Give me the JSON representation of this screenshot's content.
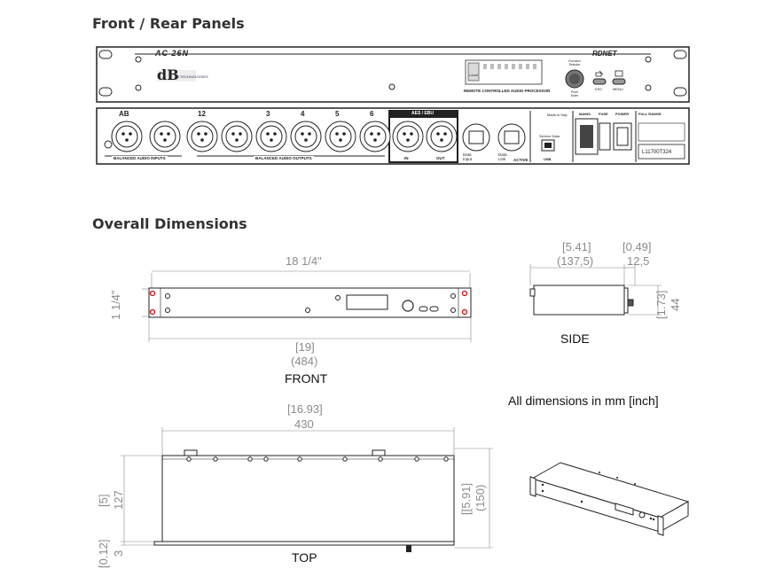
{
  "headings": {
    "panels": "Front / Rear Panels",
    "dimensions": "Overall Dimensions"
  },
  "front_panel": {
    "model": "AC 26N",
    "brand": "dB TECHNOLOGIES",
    "network_badge": "RDNET",
    "processor_label": "REMOTE CONTROLLED AUDIO PROCESSOR",
    "local_label": "Local",
    "encoder_top": "Function Selector",
    "encoder_bottom": "Push Enter",
    "esc_label": "ESC",
    "menu_label": "MENU"
  },
  "rear_panel": {
    "inputs_label": "BALANCED AUDIO INPUTS",
    "outputs_label": "BALANCED AUDIO OUTPUTS",
    "input_ab": "AB",
    "output_numbers": [
      "12",
      "3",
      "4",
      "5",
      "6"
    ],
    "aes_label": "AES / EBU",
    "in_label": "IN",
    "out_label": "OUT",
    "data_input": "Data Input",
    "data_link": "Data Link",
    "active": "ACTIVE",
    "made_in": "Made in Italy",
    "service_data": "Service Data",
    "usb": "USB",
    "mains": "MAINS",
    "fuse": "FUSE",
    "power": "POWER",
    "full_range": "FULL RANGE",
    "serial": "L11700T324"
  },
  "dimensions": {
    "front_width_in": "18 1/4\"",
    "front_height_in": "1 1/4\"",
    "front_total_in": "[19]",
    "front_total_mm": "(484)",
    "front_view": "FRONT",
    "side_depth_in": "[5.41]",
    "side_depth_mm": "(137,5)",
    "side_knob_in": "[0.49]",
    "side_knob_mm": "12,5",
    "side_height_in": "[1.73]",
    "side_height_mm": "44",
    "side_view": "SIDE",
    "units_note": "All dimensions in mm [inch]",
    "top_width_in": "[16.93]",
    "top_width_mm": "430",
    "top_depth_in": "[5]",
    "top_depth_mm": "127",
    "top_total_in": "[[5.91]",
    "top_total_mm": "(150)",
    "top_rear_in": "[0.12]",
    "top_rear_mm": "3",
    "top_view": "TOP"
  }
}
